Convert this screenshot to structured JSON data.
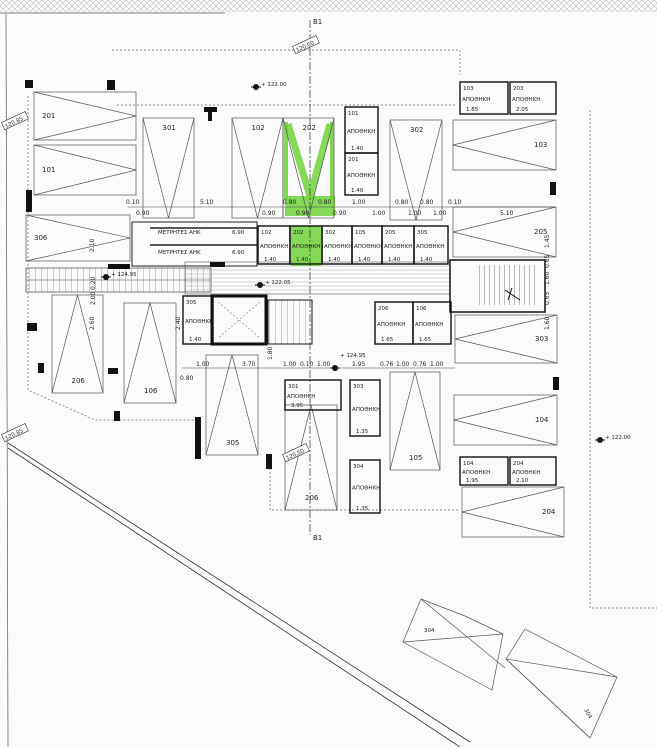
{
  "drawing": {
    "section_marker": "B1",
    "meter_label": "ΜΕΤΡΗΤΕΣ ΑΗΚ",
    "storage_word": "ΑΠΟΘΗΚΗ",
    "highlight_color": "#6fd23a",
    "elevations": [
      "+ 122.00",
      "+ 124.95",
      "+ 122.05",
      "+ 124.95",
      "+ 122.00"
    ],
    "boundary_tags": [
      "120.00",
      "120.85",
      "120.85",
      "120.50"
    ]
  },
  "parking": [
    {
      "label": "201"
    },
    {
      "label": "101"
    },
    {
      "label": "306"
    },
    {
      "label": "103"
    },
    {
      "label": "205"
    },
    {
      "label": "303"
    },
    {
      "label": "104"
    },
    {
      "label": "204"
    },
    {
      "label": "301"
    },
    {
      "label": "102"
    },
    {
      "label": "202"
    },
    {
      "label": "302"
    },
    {
      "label": "206"
    },
    {
      "label": "106"
    },
    {
      "label": "305"
    },
    {
      "label": "206"
    },
    {
      "label": "105"
    },
    {
      "label": "304"
    },
    {
      "label": "304"
    }
  ],
  "storage": [
    {
      "unit": "102",
      "size": "1.40"
    },
    {
      "unit": "202",
      "size": "1.40"
    },
    {
      "unit": "302",
      "size": "1.40"
    },
    {
      "unit": "105",
      "size": "1.40"
    },
    {
      "unit": "205",
      "size": "1.40"
    },
    {
      "unit": "305",
      "size": "1.40"
    },
    {
      "unit": "103",
      "size": "1.85"
    },
    {
      "unit": "203",
      "size": "2.05"
    },
    {
      "unit": "101",
      "size": "1.40"
    },
    {
      "unit": "201",
      "size": "1.40"
    },
    {
      "unit": "206",
      "size": "1.65"
    },
    {
      "unit": "106",
      "size": "1.65"
    },
    {
      "unit": "305",
      "size": "1.40"
    },
    {
      "unit": "301",
      "size": "3.95"
    },
    {
      "unit": "303",
      "size": "1.35"
    },
    {
      "unit": "304",
      "size": "1.35"
    },
    {
      "unit": "104",
      "size": "1.95"
    },
    {
      "unit": "204",
      "size": "2.10"
    }
  ],
  "meters": [
    {
      "size": "6.90"
    },
    {
      "size": "6.90"
    }
  ],
  "dimensions": {
    "top_row": [
      "0.10",
      "0.90",
      "5.10",
      "0.90",
      "0.80",
      "0.90",
      "0.80",
      "0.90",
      "1.00",
      "1.00",
      "0.80",
      "1.00",
      "0.80",
      "1.00",
      "0.10",
      "5.10"
    ],
    "middle_row": [
      "1.00",
      "3.70",
      "1.00",
      "0.10",
      "1.00",
      "1.95",
      "0.76",
      "1.00",
      "0.76",
      "1.00"
    ],
    "misc": [
      "0.80",
      "2.10",
      "2.60",
      "2.40",
      "1.80",
      "1.45",
      "0.65",
      "1.60",
      "0.65",
      "1.60",
      "2.00",
      "0.20"
    ]
  }
}
